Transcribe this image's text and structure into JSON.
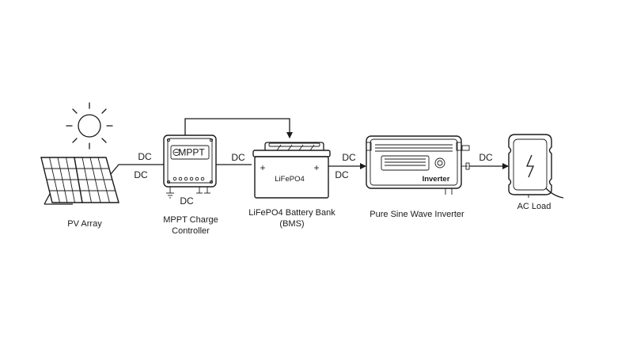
{
  "components": {
    "pv_array": {
      "line1": "PV Array"
    },
    "controller": {
      "line1": "MPPT Charge",
      "line2": "Controller",
      "face_label": "MPPT"
    },
    "battery": {
      "line1": "LiFePO4 Battery Bank",
      "line2": "(BMS)",
      "face_label": "LiFePO4",
      "plus_left": "+",
      "plus_right": "+"
    },
    "inverter": {
      "line1": "Pure Sine Wave Inverter",
      "face_label": "Inverter"
    },
    "ac_load": {
      "line1": "AC Load"
    }
  },
  "connections": {
    "pv_to_controller_top": "DC",
    "pv_to_controller_bottom": "DC",
    "controller_ground": "DC",
    "controller_to_battery": "DC",
    "battery_to_inverter_top": "DC",
    "battery_to_inverter_bottom": "DC",
    "inverter_to_load": "DC"
  }
}
